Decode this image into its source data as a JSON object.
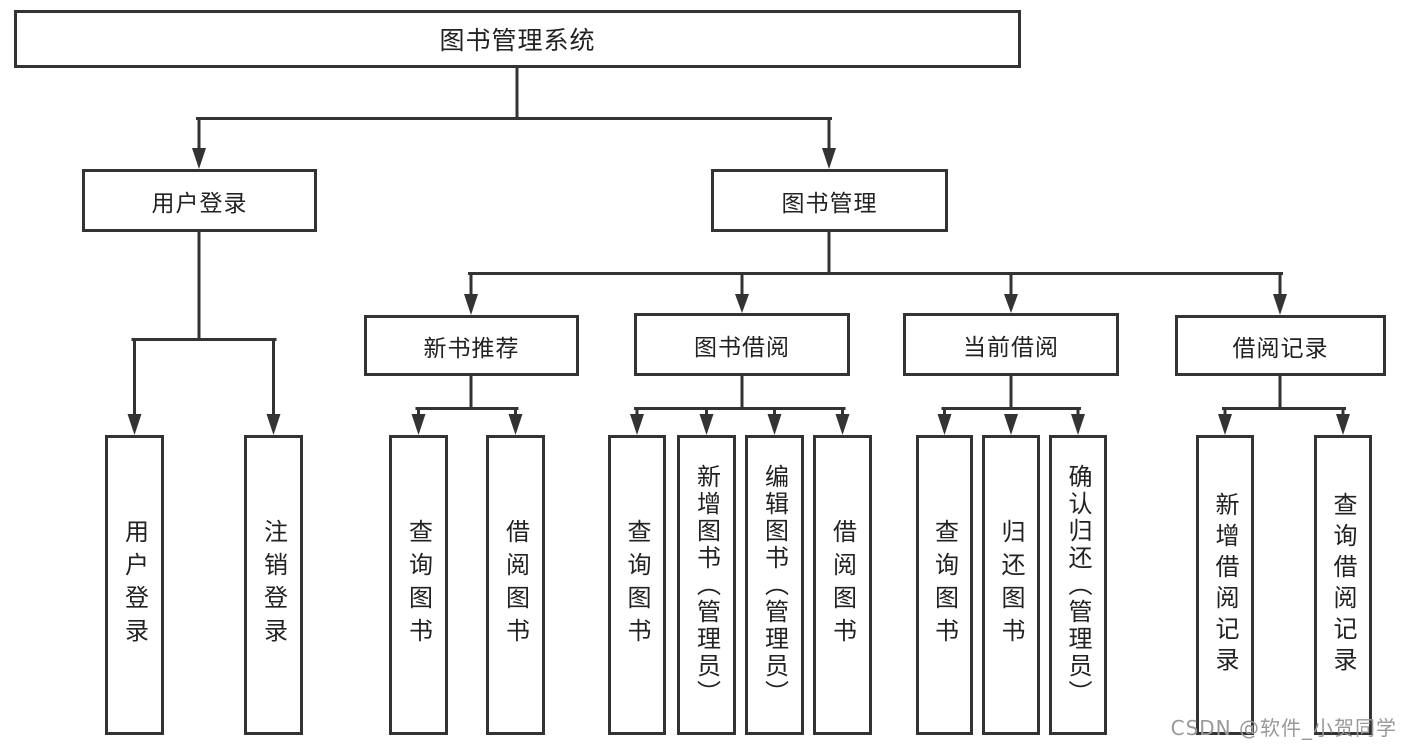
{
  "diagram": {
    "root": {
      "label": "图书管理系统"
    },
    "level2": [
      {
        "id": "user-login",
        "label": "用户登录"
      },
      {
        "id": "book-management",
        "label": "图书管理"
      }
    ],
    "level3": [
      {
        "id": "new-book-recommend",
        "label": "新书推荐",
        "parent": "图书管理"
      },
      {
        "id": "book-borrow",
        "label": "图书借阅",
        "parent": "图书管理"
      },
      {
        "id": "current-borrow",
        "label": "当前借阅",
        "parent": "图书管理"
      },
      {
        "id": "borrow-records",
        "label": "借阅记录",
        "parent": "图书管理"
      }
    ],
    "leaves": [
      {
        "label": "用户登录",
        "parent": "用户登录"
      },
      {
        "label": "注销登录",
        "parent": "用户登录"
      },
      {
        "label": "查询图书",
        "parent": "新书推荐"
      },
      {
        "label": "借阅图书",
        "parent": "新书推荐"
      },
      {
        "label": "查询图书",
        "parent": "图书借阅"
      },
      {
        "label": "新增图书（管理员）",
        "parent": "图书借阅"
      },
      {
        "label": "编辑图书（管理员）",
        "parent": "图书借阅"
      },
      {
        "label": "借阅图书",
        "parent": "图书借阅"
      },
      {
        "label": "查询图书",
        "parent": "当前借阅"
      },
      {
        "label": "归还图书",
        "parent": "当前借阅"
      },
      {
        "label": "确认归还（管理员）",
        "parent": "当前借阅"
      },
      {
        "label": "新增借阅记录",
        "parent": "借阅记录"
      },
      {
        "label": "查询借阅记录",
        "parent": "借阅记录"
      }
    ],
    "watermark": "CSDN @软件_小贺同学",
    "colors": {
      "line": "#333333",
      "text": "#222222",
      "background": "#ffffff",
      "watermark": "#999999"
    }
  }
}
